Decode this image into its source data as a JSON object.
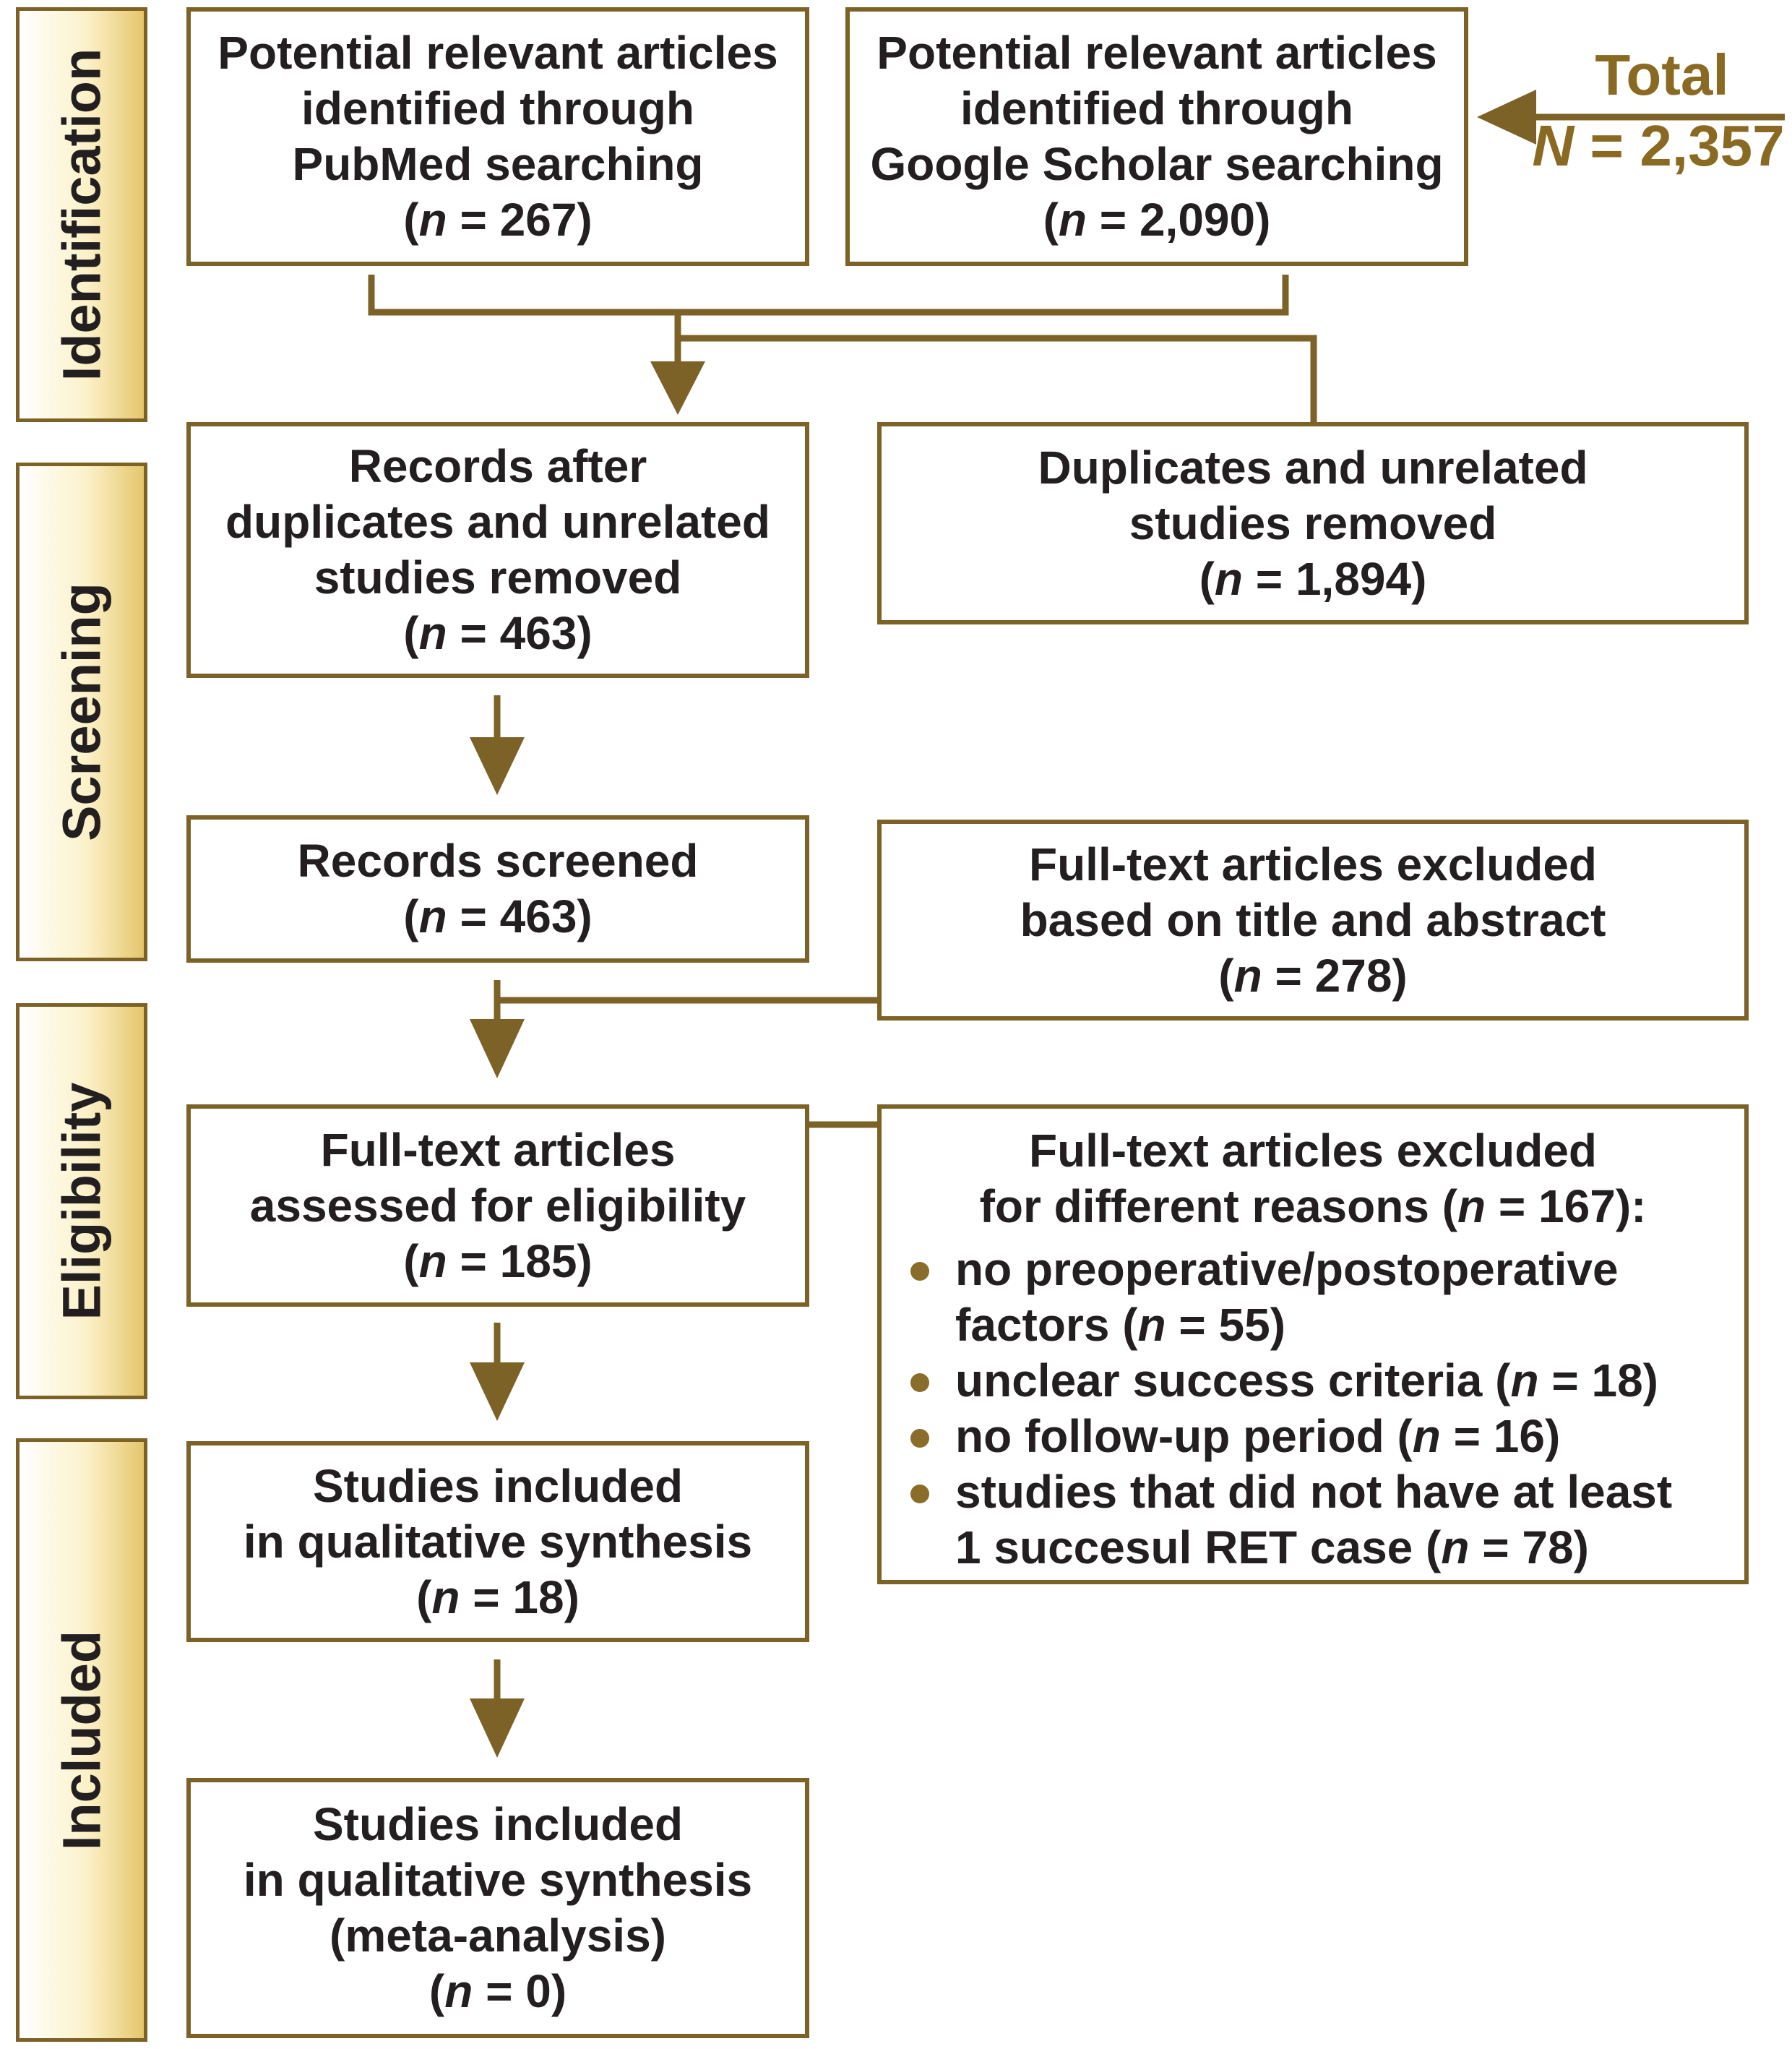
{
  "colors": {
    "accent": "#7c6226",
    "stage_fill": "#e6c66c",
    "text": "#231f20"
  },
  "stages": [
    "Identification",
    "Screening",
    "Eligibility",
    "Included"
  ],
  "total": {
    "label": "Total",
    "n_var": "N",
    "n_value": " = 2,357"
  },
  "boxes": {
    "pubmed": {
      "lines": [
        "Potential relevant articles",
        "identified through",
        "PubMed searching"
      ],
      "n_open": "(",
      "n_var": "n",
      "n_value": " = 267)"
    },
    "scholar": {
      "lines": [
        "Potential relevant articles",
        "identified through",
        "Google Scholar searching"
      ],
      "n_open": "(",
      "n_var": "n",
      "n_value": " = 2,090)"
    },
    "after": {
      "lines": [
        "Records after",
        "duplicates and unrelated",
        "studies removed"
      ],
      "n_open": "(",
      "n_var": "n",
      "n_value": " = 463)"
    },
    "duplicates": {
      "lines": [
        "Duplicates and unrelated",
        "studies removed"
      ],
      "n_open": "(",
      "n_var": "n",
      "n_value": " = 1,894)"
    },
    "screened": {
      "lines": [
        "Records screened"
      ],
      "n_open": "(",
      "n_var": "n",
      "n_value": " = 463)"
    },
    "excluded_title": {
      "lines": [
        "Full-text articles excluded",
        "based on title and abstract"
      ],
      "n_open": "(",
      "n_var": "n",
      "n_value": " = 278)"
    },
    "assessed": {
      "lines": [
        "Full-text articles",
        "assessed for eligibility"
      ],
      "n_open": "(",
      "n_var": "n",
      "n_value": " = 185)"
    },
    "excluded_reasons": {
      "line1": "Full-text articles excluded",
      "line2_pre": "for different reasons (",
      "n_var": "n",
      "line2_post": " = 167):",
      "items": [
        {
          "text_a": "no preoperative/postoperative",
          "text_b": "factors (",
          "n_var": "n",
          "n_value": " = 55)"
        },
        {
          "text_a": "unclear success criteria (",
          "text_b": "",
          "n_var": "n",
          "n_value": " = 18)"
        },
        {
          "text_a": "no follow-up period (",
          "text_b": "",
          "n_var": "n",
          "n_value": " = 16)"
        },
        {
          "text_a": "studies that did not have at least",
          "text_b": "1 succesul RET case (",
          "n_var": "n",
          "n_value": " = 78)"
        }
      ]
    },
    "qualitative": {
      "lines": [
        "Studies included",
        "in qualitative synthesis"
      ],
      "n_open": "(",
      "n_var": "n",
      "n_value": " = 18)"
    },
    "meta": {
      "lines": [
        "Studies included",
        "in qualitative synthesis",
        "(meta-analysis)"
      ],
      "n_open": "(",
      "n_var": "n",
      "n_value": " = 0)"
    }
  }
}
